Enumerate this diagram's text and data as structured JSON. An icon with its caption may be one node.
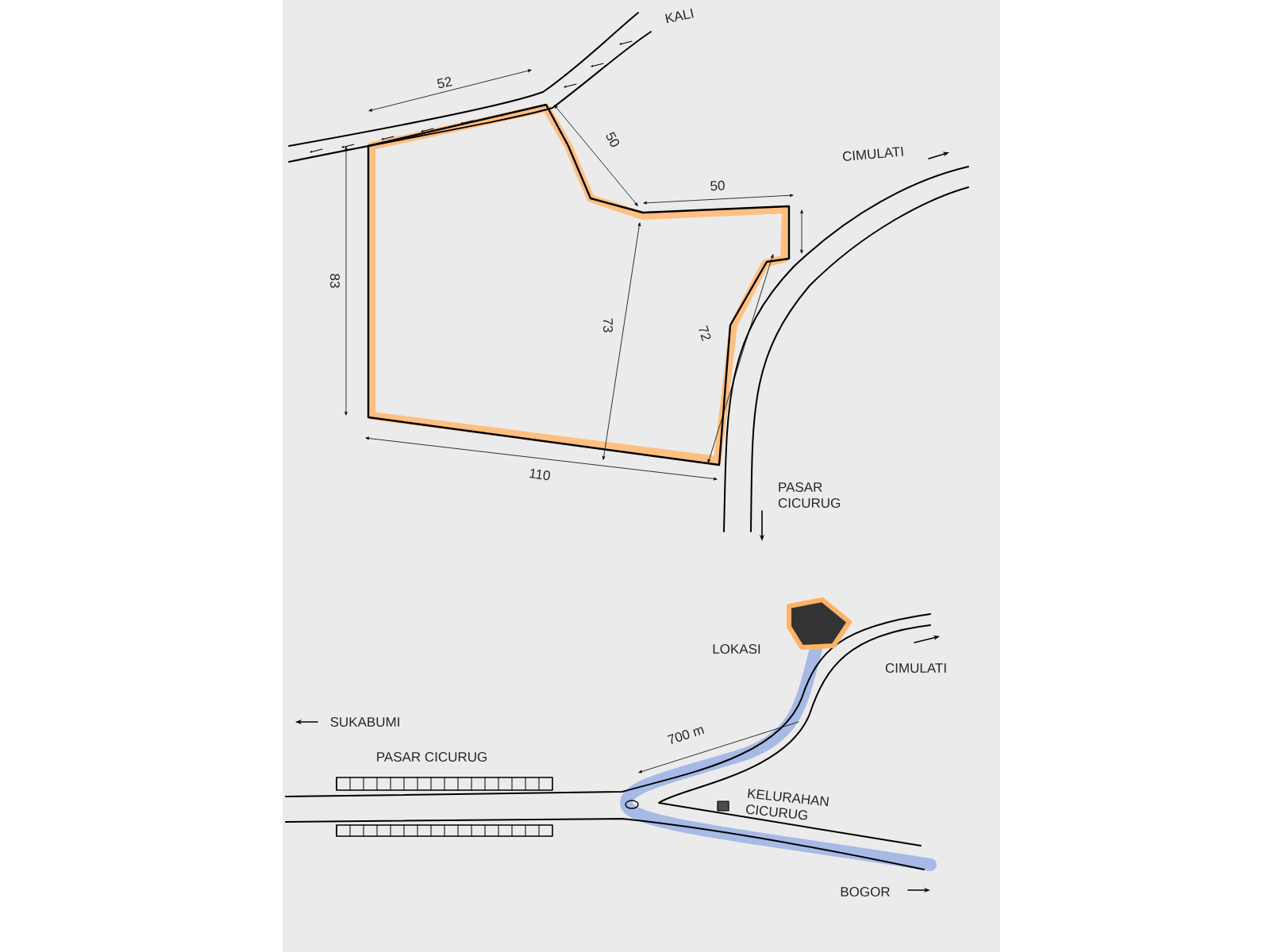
{
  "diagram": {
    "labels": [
      "KALI",
      "52",
      "50",
      "CIMULATI",
      "50",
      "83",
      "73",
      "72",
      "110",
      "PASAR CICURUG",
      "LOKASI",
      "CIMULATI",
      "SUKABUMI",
      "700 m",
      "PASAR CICURUG",
      "KELURAHAN CICURUG",
      "BOGOR"
    ]
  }
}
